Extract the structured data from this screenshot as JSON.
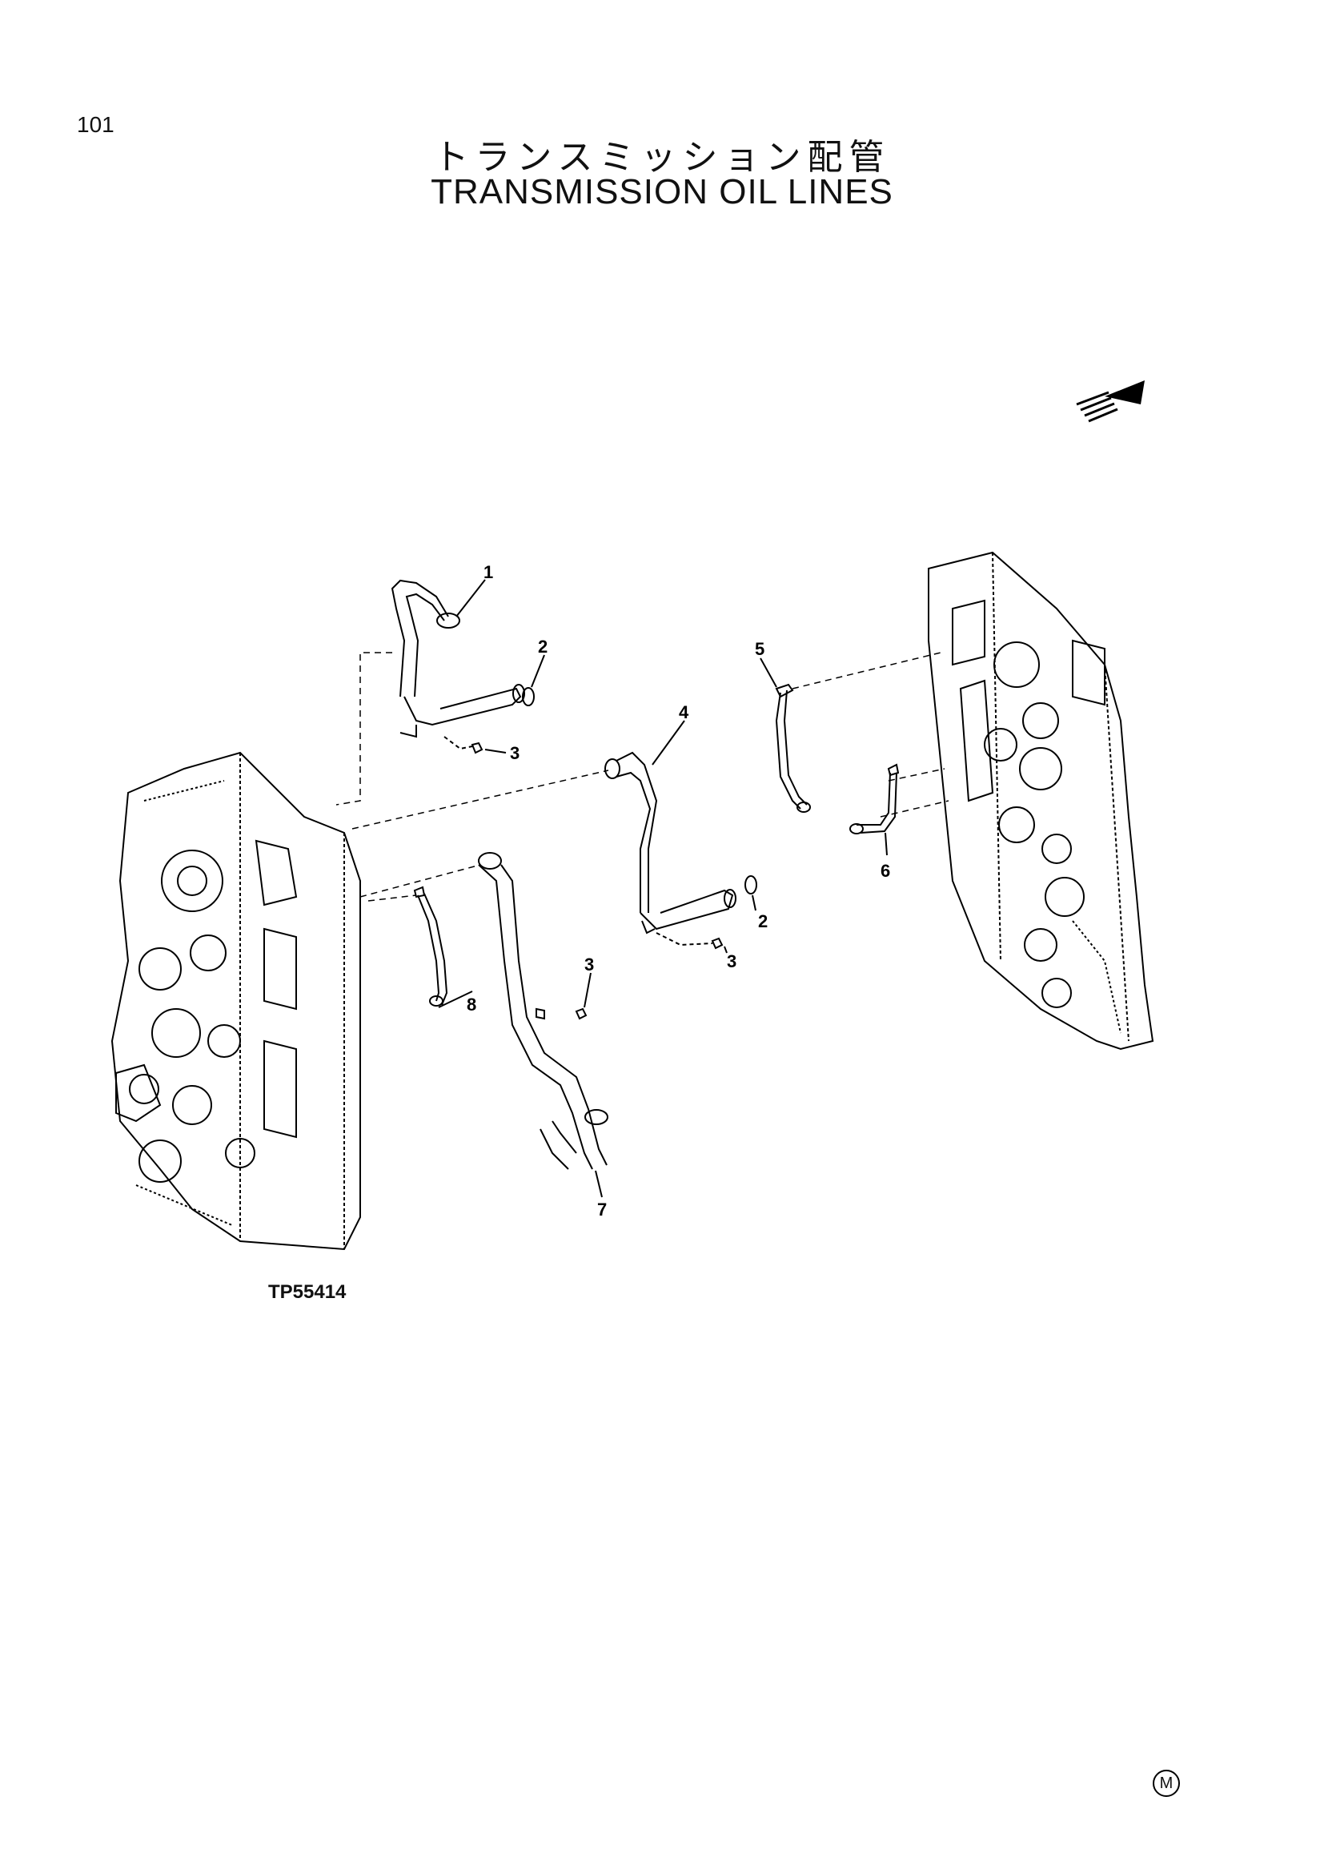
{
  "page_number": "101",
  "title_jp": "トランスミッション配管",
  "title_en": "TRANSMISSION OIL LINES",
  "figure_ref": "TP55414",
  "mark": "M",
  "callouts": {
    "c1": "1",
    "c2a": "2",
    "c2b": "2",
    "c3a": "3",
    "c3b": "3",
    "c3c": "3",
    "c4": "4",
    "c5": "5",
    "c6": "6",
    "c7": "7",
    "c8": "8"
  }
}
